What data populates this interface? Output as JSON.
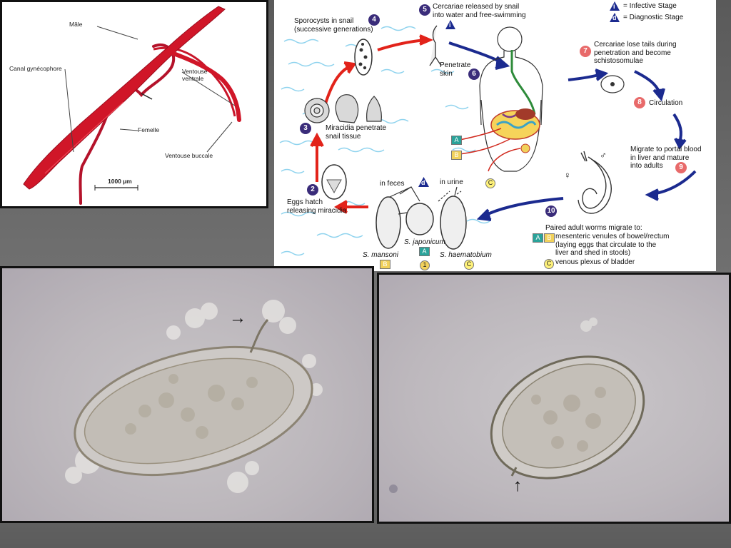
{
  "worm_figure": {
    "labels": {
      "male": "Mâle",
      "canal": "Canal gynécophore",
      "ventral_sucker": "Ventouse\nventrale",
      "female": "Femelle",
      "oral_sucker": "Ventouse buccale",
      "scale": "1000 µm"
    },
    "colors": {
      "male": "#d01628",
      "female": "#b4122a"
    }
  },
  "life_cycle": {
    "legend": {
      "infective": "= Infective Stage",
      "diagnostic": "= Diagnostic Stage",
      "i_symbol": "i",
      "d_symbol": "d"
    },
    "steps": [
      {
        "n": "1",
        "text": ""
      },
      {
        "n": "2",
        "text": "Eggs hatch\nreleasing miracidia"
      },
      {
        "n": "3",
        "text": "Miracidia penetrate\nsnail tissue"
      },
      {
        "n": "4",
        "text": "Sporocysts in snail\n(successive generations)"
      },
      {
        "n": "5",
        "text": "Cercariae released by snail\ninto water and free-swimming"
      },
      {
        "n": "6",
        "text": "Penetrate\nskin"
      },
      {
        "n": "7",
        "text": "Cercariae lose tails during\npenetration and become\nschistosomulae"
      },
      {
        "n": "8",
        "text": "Circulation"
      },
      {
        "n": "9",
        "text": "Migrate to portal blood\nin liver and mature\ninto adults"
      },
      {
        "n": "10",
        "text": "Paired adult worms migrate to:"
      }
    ],
    "step10_items": {
      "ab": "mesenteric venules of bowel/rectum\n(laying eggs that circulate to the\nliver and shed in stools)",
      "c": "venous plexus of bladder"
    },
    "in_feces": "in feces",
    "in_urine": "in urine",
    "species": {
      "mansoni": "S. mansoni",
      "japonicum": "S. japonicum",
      "haematobium": "S. haematobium"
    },
    "tags": {
      "a": "A",
      "b": "B",
      "c": "C"
    },
    "sex_symbols": {
      "female": "♀",
      "male": "♂"
    },
    "colors": {
      "dark_step": "#3a2c7a",
      "red_step": "#e86a6a",
      "blue_arrow": "#1b2a8f",
      "red_arrow": "#e2231a",
      "tag_a": "#2aa39a",
      "tag_b": "#f1d15b",
      "tag_c": "#fff27a"
    }
  },
  "photos": {
    "egg_left": {
      "arrow": "→",
      "colors": {
        "bg": "#c4c0c5",
        "shell": "#8c8474"
      }
    },
    "egg_right": {
      "arrow": "↑",
      "colors": {
        "bg": "#c3bfc3",
        "shell": "#6f6a5a"
      }
    }
  }
}
